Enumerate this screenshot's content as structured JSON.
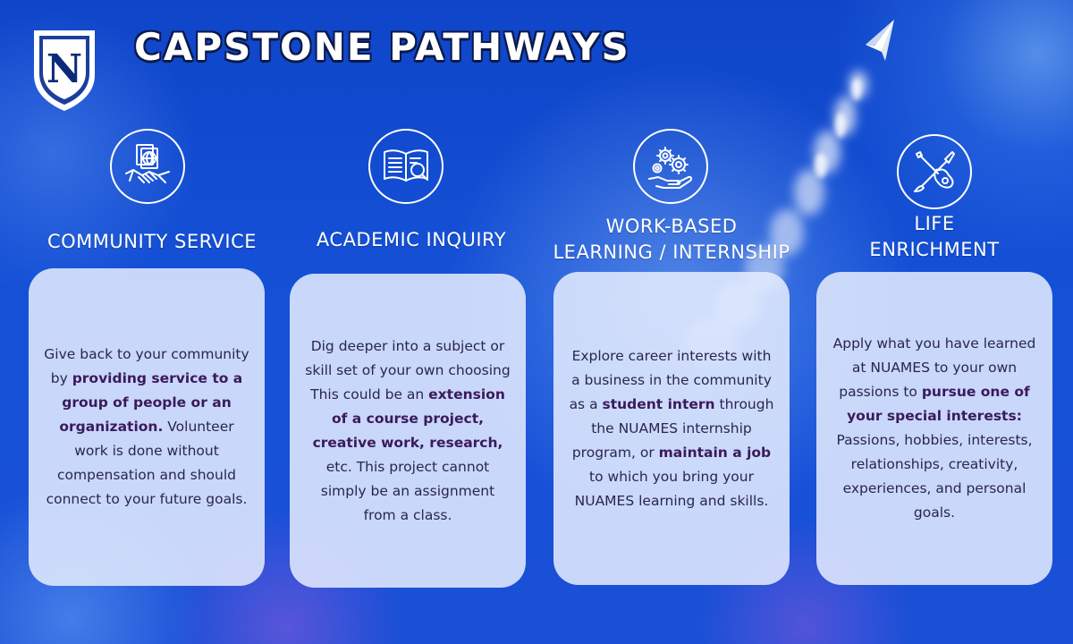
{
  "page": {
    "title": "CAPSTONE PATHWAYS",
    "logo_letter": "N"
  },
  "colors": {
    "background": "#1552d8",
    "card": "#e6eeff",
    "body_text": "#2a2550",
    "bold_text": "#3a1a5c",
    "heading": "#ffffff"
  },
  "pathways": [
    {
      "icon": "handshake-globe-icon",
      "heading_lines": [
        "COMMUNITY SERVICE"
      ],
      "segments": [
        {
          "text": "Give back to your community by "
        },
        {
          "text": "providing service to a group of people or an organization.",
          "bold": true
        },
        {
          "text": " Volunteer work is done without compensation and should connect to your future goals."
        }
      ]
    },
    {
      "icon": "book-magnifier-icon",
      "heading_lines": [
        "ACADEMIC INQUIRY"
      ],
      "segments": [
        {
          "text": "Dig deeper into a subject or skill set of your own choosing  This could be an "
        },
        {
          "text": "extension of a course project, creative work, research,",
          "bold": true
        },
        {
          "text": " etc. This project cannot simply be an assignment from a class."
        }
      ]
    },
    {
      "icon": "gears-hand-icon",
      "heading_lines": [
        "WORK-BASED",
        "LEARNING / INTERNSHIP"
      ],
      "segments": [
        {
          "text": "Explore career interests with a business in the community as a "
        },
        {
          "text": "student intern",
          "bold": true
        },
        {
          "text": " through the NUAMES internship program, or "
        },
        {
          "text": "maintain a job",
          "bold": true
        },
        {
          "text": " to which you bring your NUAMES learning and skills."
        }
      ]
    },
    {
      "icon": "guitar-brush-icon",
      "heading_lines": [
        "LIFE",
        "ENRICHMENT"
      ],
      "segments": [
        {
          "text": "Apply what you have learned at NUAMES to your own passions to "
        },
        {
          "text": "pursue one of your special interests:",
          "bold": true
        },
        {
          "text": " Passions, hobbies, interests, relationships, creativity, experiences, and personal goals."
        }
      ]
    }
  ]
}
